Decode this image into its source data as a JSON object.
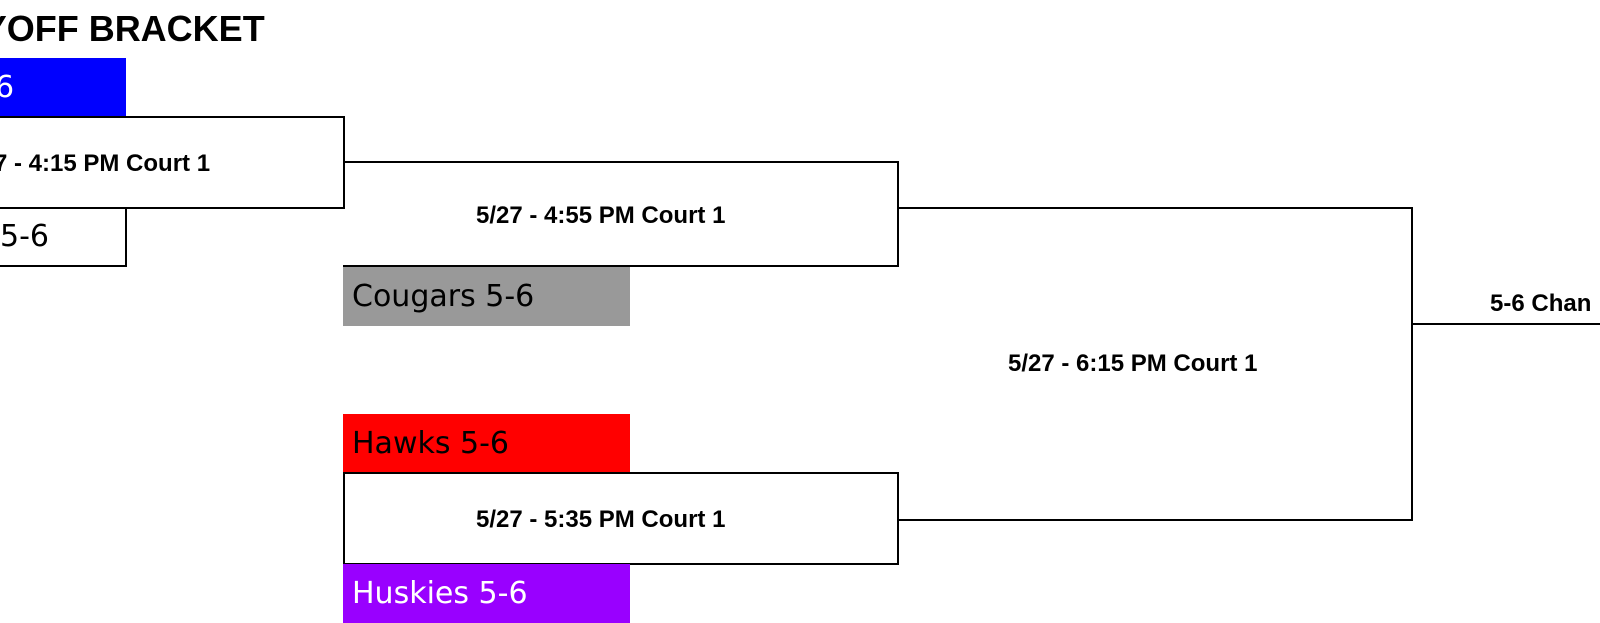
{
  "bracket": {
    "title": "AYOFF BRACKET",
    "colors": {
      "team_a": "#0000ff",
      "team_c": "#999999",
      "team_d": "#ff0000",
      "team_e": "#9900ff",
      "line": "#000000"
    },
    "teams": {
      "a": "6",
      "b": "5-6",
      "c": "Cougars 5-6",
      "d": "Hawks 5-6",
      "e": "Huskies 5-6"
    },
    "games": {
      "g1": "7 - 4:15 PM Court 1",
      "g2": "5/27 - 4:55 PM Court 1",
      "g3": "5/27 - 5:35 PM Court 1",
      "g4": "5/27 - 6:15 PM Court 1"
    },
    "championship": "5-6 Chan"
  }
}
